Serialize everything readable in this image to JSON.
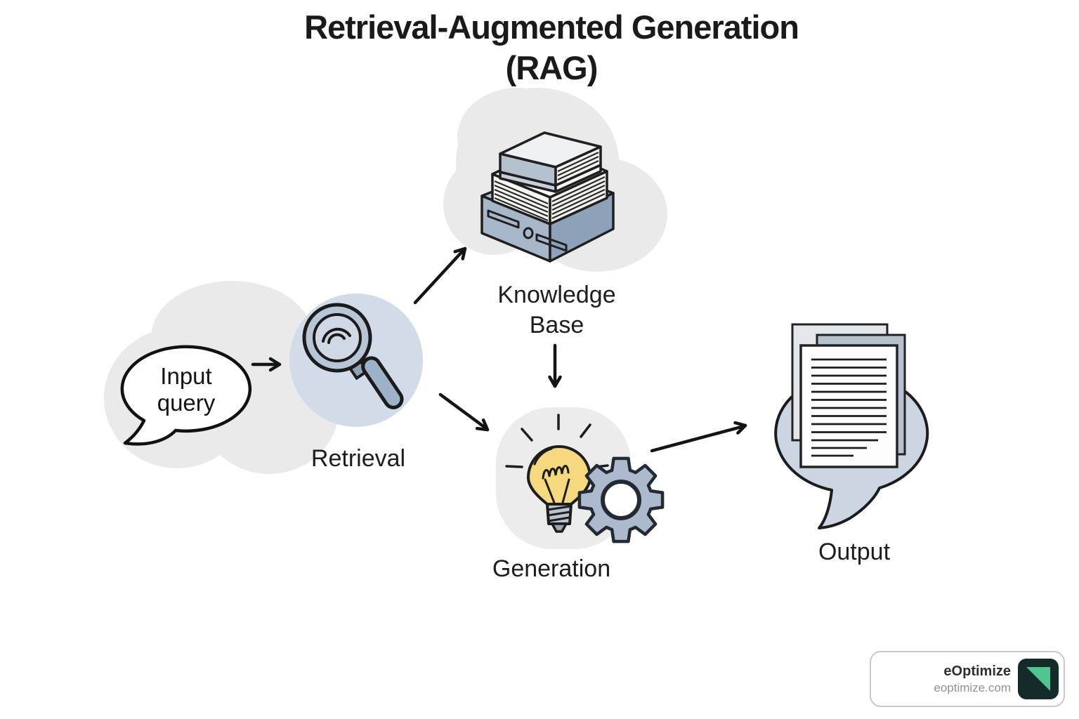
{
  "title": "Retrieval-Augmented Generation (RAG)",
  "nodes": {
    "input": {
      "line1": "Input",
      "line2": "query"
    },
    "retrieval": {
      "label": "Retrieval"
    },
    "knowledge_base": {
      "line1": "Knowledge",
      "line2": "Base"
    },
    "generation": {
      "label": "Generation"
    },
    "output": {
      "label": "Output"
    }
  },
  "flow": [
    "input -> retrieval",
    "retrieval -> knowledge_base",
    "knowledge_base -> generation",
    "retrieval -> generation",
    "generation -> output"
  ],
  "icons": {
    "input": "speech-bubble-icon",
    "retrieval": "magnifier-icon",
    "knowledge_base": "books-on-server-icon",
    "generation": "lightbulb-and-gear-icon",
    "output": "documents-in-speech-bubble-icon",
    "watermark": "eoptimize-logo-icon"
  },
  "watermark": {
    "brand": "eOptimize",
    "domain": "eoptimize.com"
  },
  "colors": {
    "background": "#ffffff",
    "text": "#1d1d1d",
    "blob_gray": "#eaeaea",
    "retrieval_circle": "#d2dbe8",
    "magnifier_body": "#b8c5d7",
    "bulb_yellow": "#f6d87e",
    "gear_blue_gray": "#adbace",
    "output_bubble": "#ccd6e3",
    "doc_middle_page": "#b6c1d0",
    "arrow": "#141414",
    "watermark_border": "#c9c9c9",
    "watermark_brand_text": "#2f2f2f",
    "watermark_domain_text": "#919191",
    "logo_background": "#152a2b",
    "logo_green": "#4fc48c"
  }
}
